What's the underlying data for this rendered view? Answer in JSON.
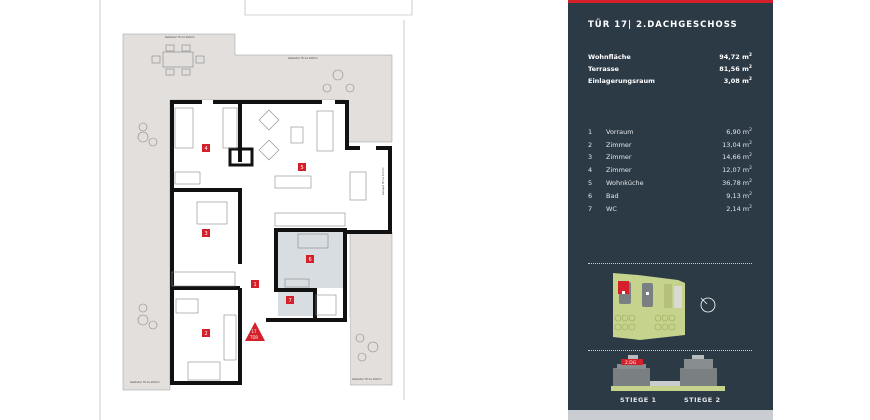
{
  "header": {
    "title": "TÜR 17|  2.DACHGESCHOSS"
  },
  "summary": [
    {
      "label": "Wohnfläche",
      "value": "94,72 m",
      "unit_sup": "2"
    },
    {
      "label": "Terrasse",
      "value": "81,56 m",
      "unit_sup": "2"
    },
    {
      "label": "Einlagerungsraum",
      "value": "3,08 m",
      "unit_sup": "2"
    }
  ],
  "rooms": [
    {
      "nr": "1",
      "name": "Vorraum",
      "value": "6,90 m",
      "unit_sup": "2"
    },
    {
      "nr": "2",
      "name": "Zimmer",
      "value": "13,04 m",
      "unit_sup": "2"
    },
    {
      "nr": "3",
      "name": "Zimmer",
      "value": "14,66 m",
      "unit_sup": "2"
    },
    {
      "nr": "4",
      "name": "Zimmer",
      "value": "12,07 m",
      "unit_sup": "2"
    },
    {
      "nr": "5",
      "name": "Wohnküche",
      "value": "36,78 m",
      "unit_sup": "2"
    },
    {
      "nr": "6",
      "name": "Bad",
      "value": "9,13 m",
      "unit_sup": "2"
    },
    {
      "nr": "7",
      "name": "WC",
      "value": "2,14 m",
      "unit_sup": "2"
    }
  ],
  "plan": {
    "room_badges": [
      "1",
      "2",
      "3",
      "4",
      "5",
      "6",
      "7"
    ],
    "door_number": "17",
    "door_label": "TÜR",
    "railing_label": "Geländer H=ca 100cm",
    "parapet_label": "Parapet H=ca 100cm"
  },
  "building": {
    "floor_tag": "2.DG",
    "stiege_1": "STIEGE 1",
    "stiege_2": "STIEGE 2"
  },
  "colors": {
    "panel": "#2c3a46",
    "accent": "#d4202a",
    "terrace": "#e2dfdc",
    "site": "#c5d38c"
  }
}
